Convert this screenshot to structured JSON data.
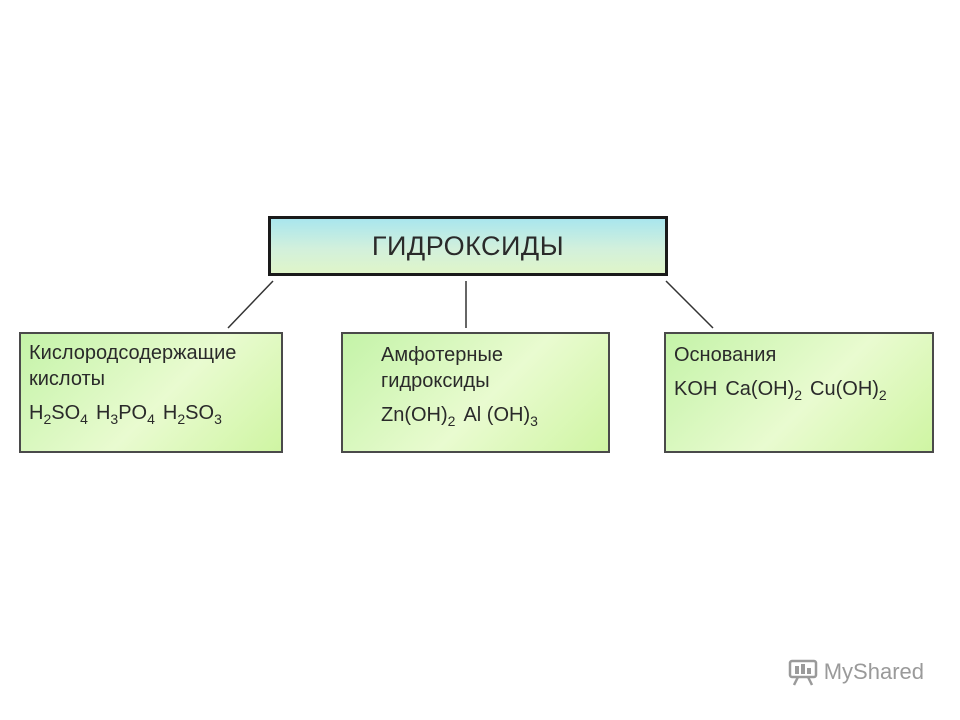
{
  "root": {
    "title": "ГИДРОКСИДЫ"
  },
  "categories": [
    {
      "label_lines": [
        "Кислородсодержащие",
        "кислоты"
      ],
      "formulas": [
        [
          {
            "t": "H"
          },
          {
            "s": "2"
          },
          {
            "t": "SO"
          },
          {
            "s": "4"
          }
        ],
        [
          {
            "t": "H"
          },
          {
            "s": "3"
          },
          {
            "t": "PO"
          },
          {
            "s": "4"
          }
        ],
        [
          {
            "t": "H"
          },
          {
            "s": "2"
          },
          {
            "t": "SO"
          },
          {
            "s": "3"
          }
        ]
      ]
    },
    {
      "label_lines": [
        "Амфотерные",
        "гидроксиды"
      ],
      "formulas": [
        [
          {
            "t": "Zn(OH)"
          },
          {
            "s": "2"
          }
        ],
        [
          {
            "t": "Al (OH)"
          },
          {
            "s": "3"
          }
        ]
      ]
    },
    {
      "label_lines": [
        "Основания"
      ],
      "formulas": [
        [
          {
            "t": "KOH"
          }
        ],
        [
          {
            "t": "Ca(OH)"
          },
          {
            "s": "2"
          }
        ],
        [
          {
            "t": "Cu(OH)"
          },
          {
            "s": "2"
          }
        ]
      ]
    }
  ],
  "watermark": {
    "text": "MyShared",
    "icon": "presentation-board-icon"
  }
}
